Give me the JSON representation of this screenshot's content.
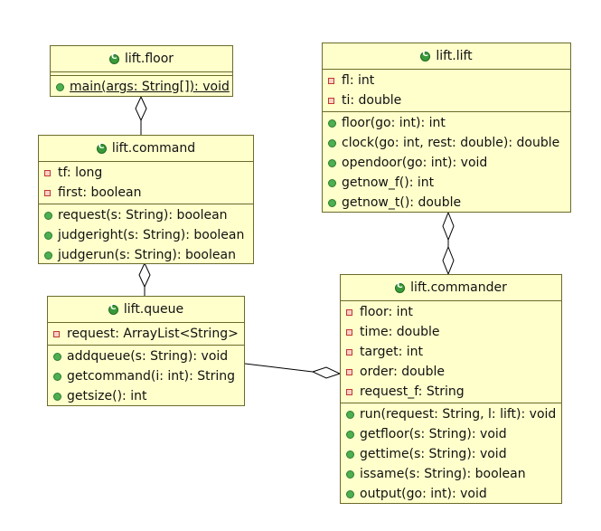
{
  "classes": {
    "floor": {
      "name": "lift.floor",
      "fields": [],
      "methods": [
        "main(args: String[]): void"
      ]
    },
    "command": {
      "name": "lift.command",
      "fields": [
        "tf: long",
        "first: boolean"
      ],
      "methods": [
        "request(s: String): boolean",
        "judgeright(s: String): boolean",
        "judgerun(s: String): boolean"
      ]
    },
    "queue": {
      "name": "lift.queue",
      "fields": [
        "request: ArrayList<String>"
      ],
      "methods": [
        "addqueue(s: String): void",
        "getcommand(i: int): String",
        "getsize(): int"
      ]
    },
    "lift": {
      "name": "lift.lift",
      "fields": [
        "fl: int",
        "ti: double"
      ],
      "methods": [
        "floor(go: int): int",
        "clock(go: int, rest: double): double",
        "opendoor(go: int): void",
        "getnow_f(): int",
        "getnow_t(): double"
      ]
    },
    "commander": {
      "name": "lift.commander",
      "fields": [
        "floor: int",
        "time: double",
        "target: int",
        "order: double",
        "request_f: String"
      ],
      "methods": [
        "run(request: String, l: lift): void",
        "getfloor(s: String): void",
        "gettime(s: String): void",
        "issame(s: String): boolean",
        "output(go: int): void"
      ]
    }
  },
  "relations": [
    {
      "from": "command",
      "to": "floor",
      "type": "aggregation"
    },
    {
      "from": "queue",
      "to": "command",
      "type": "aggregation"
    },
    {
      "from": "commander",
      "to": "lift",
      "type": "aggregation"
    },
    {
      "from": "queue",
      "to": "commander",
      "type": "aggregation"
    }
  ],
  "colors": {
    "class_fill": "#ffffcc",
    "class_border": "#6b6b2a",
    "method_icon": "#4caf50",
    "field_icon": "#c0392b",
    "class_icon": "#3a9a3a"
  }
}
